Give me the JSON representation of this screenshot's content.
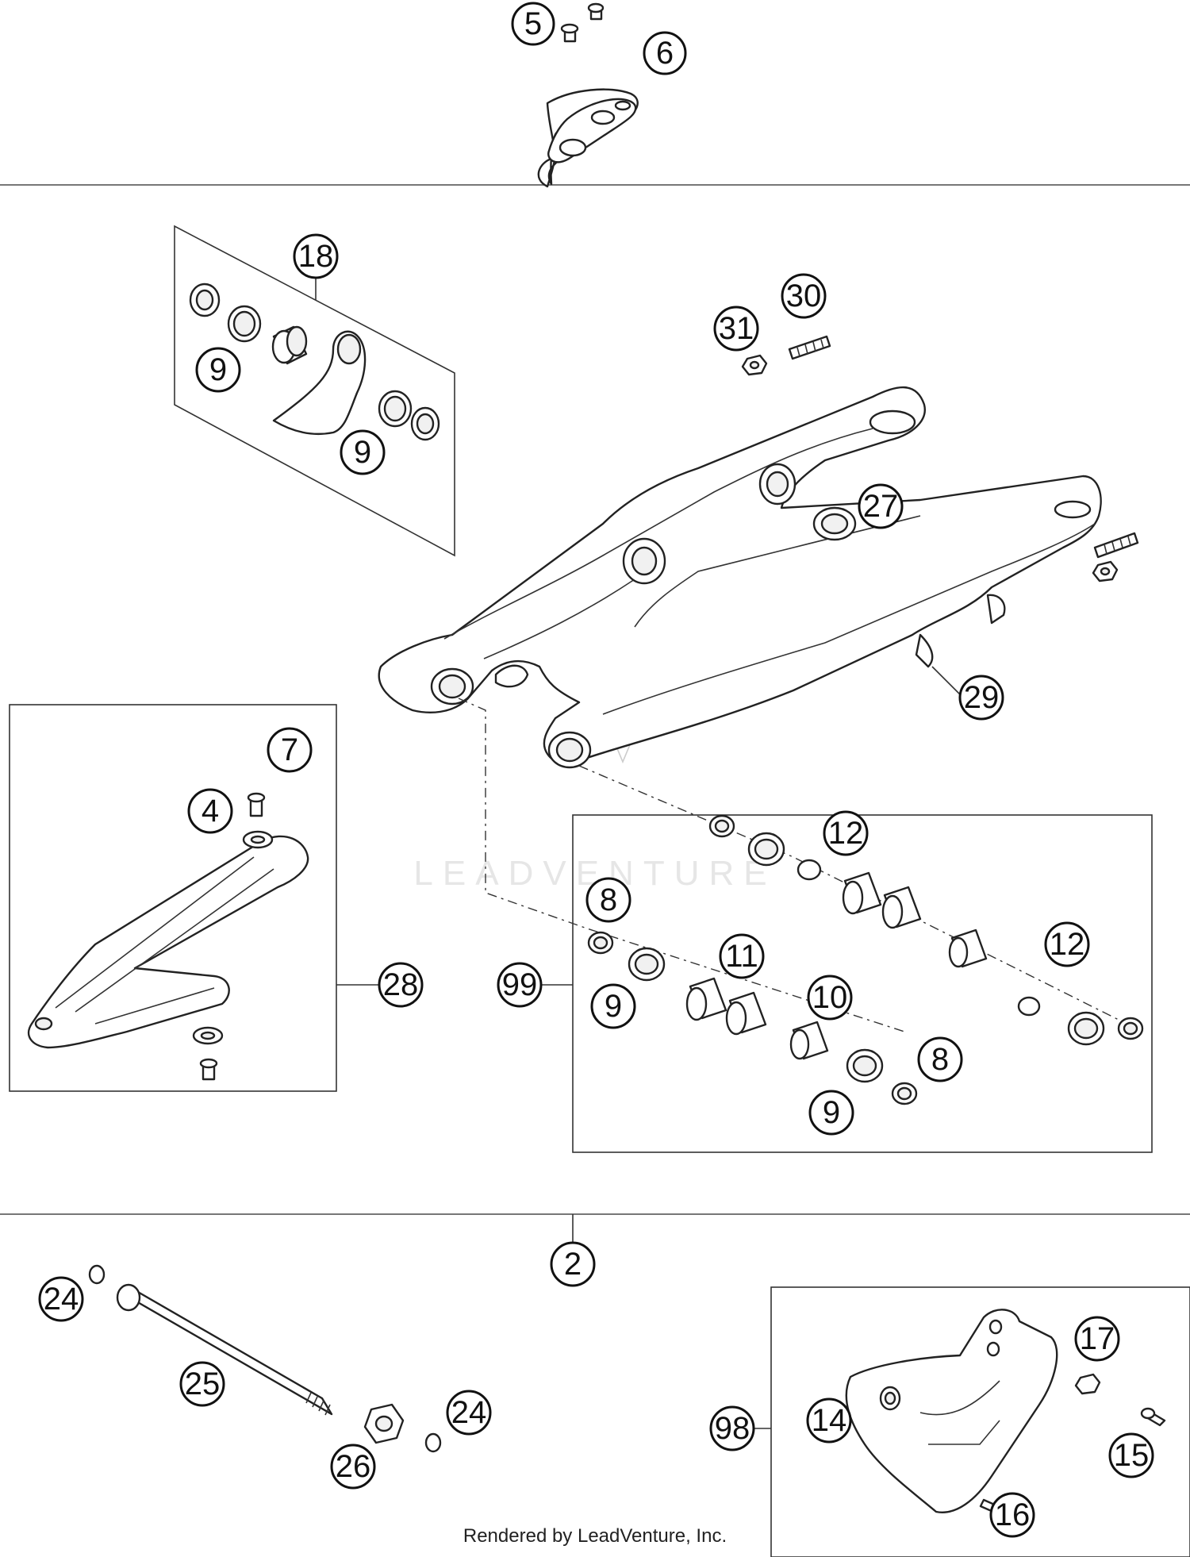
{
  "footer": {
    "text": "Rendered by LeadVenture, Inc."
  },
  "watermark": {
    "text": "LEADVENTURE"
  },
  "callouts": [
    {
      "id": "c5",
      "label": "5"
    },
    {
      "id": "c6",
      "label": "6"
    },
    {
      "id": "c18",
      "label": "18"
    },
    {
      "id": "c9a",
      "label": "9"
    },
    {
      "id": "c9b",
      "label": "9"
    },
    {
      "id": "c31",
      "label": "31"
    },
    {
      "id": "c30",
      "label": "30"
    },
    {
      "id": "c27",
      "label": "27"
    },
    {
      "id": "c29",
      "label": "29"
    },
    {
      "id": "c7",
      "label": "7"
    },
    {
      "id": "c4",
      "label": "4"
    },
    {
      "id": "c28",
      "label": "28"
    },
    {
      "id": "c12a",
      "label": "12"
    },
    {
      "id": "c8a",
      "label": "8"
    },
    {
      "id": "c12b",
      "label": "12"
    },
    {
      "id": "c11",
      "label": "11"
    },
    {
      "id": "c99",
      "label": "99"
    },
    {
      "id": "c9c",
      "label": "9"
    },
    {
      "id": "c10",
      "label": "10"
    },
    {
      "id": "c8b",
      "label": "8"
    },
    {
      "id": "c9d",
      "label": "9"
    },
    {
      "id": "c2",
      "label": "2"
    },
    {
      "id": "c24a",
      "label": "24"
    },
    {
      "id": "c25",
      "label": "25"
    },
    {
      "id": "c24b",
      "label": "24"
    },
    {
      "id": "c26",
      "label": "26"
    },
    {
      "id": "c17",
      "label": "17"
    },
    {
      "id": "c98",
      "label": "98"
    },
    {
      "id": "c14",
      "label": "14"
    },
    {
      "id": "c15",
      "label": "15"
    },
    {
      "id": "c16",
      "label": "16"
    }
  ]
}
